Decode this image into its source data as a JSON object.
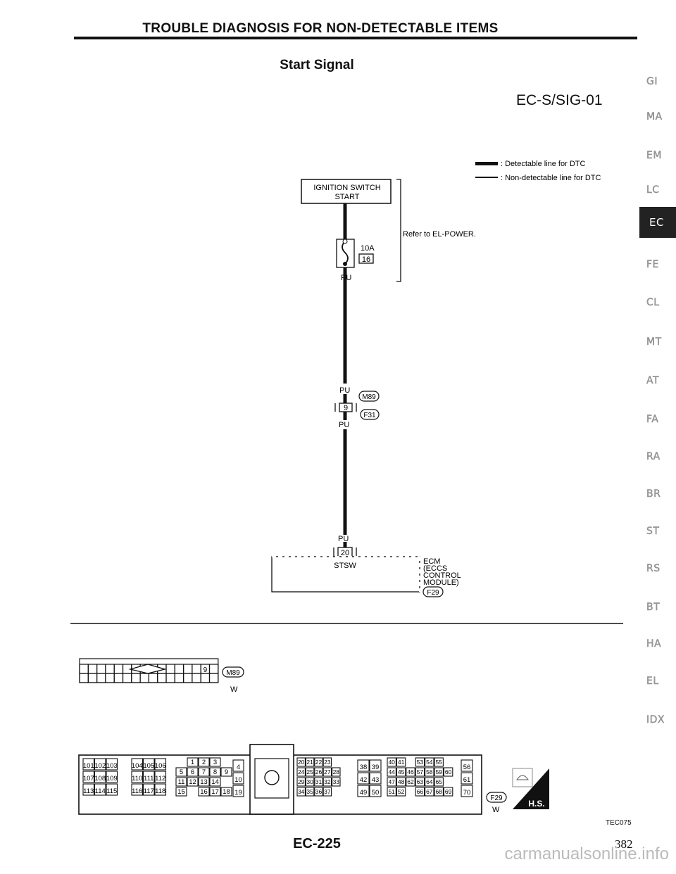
{
  "header": {
    "title": "TROUBLE DIAGNOSIS FOR NON-DETECTABLE ITEMS",
    "section": "Start Signal",
    "diagram_code": "EC-S/SIG-01"
  },
  "side_tabs": [
    {
      "label": "GI",
      "active": false
    },
    {
      "label": "MA",
      "active": false
    },
    {
      "label": "EM",
      "active": false
    },
    {
      "label": "LC",
      "active": false
    },
    {
      "label": "EC",
      "active": true
    },
    {
      "label": "FE",
      "active": false
    },
    {
      "label": "CL",
      "active": false
    },
    {
      "label": "MT",
      "active": false
    },
    {
      "label": "AT",
      "active": false
    },
    {
      "label": "FA",
      "active": false
    },
    {
      "label": "RA",
      "active": false
    },
    {
      "label": "BR",
      "active": false
    },
    {
      "label": "ST",
      "active": false
    },
    {
      "label": "RS",
      "active": false
    },
    {
      "label": "BT",
      "active": false
    },
    {
      "label": "HA",
      "active": false
    },
    {
      "label": "EL",
      "active": false
    },
    {
      "label": "IDX",
      "active": false
    }
  ],
  "legend": {
    "detectable": ": Detectable line for DTC",
    "non_detectable": ": Non-detectable line for DTC"
  },
  "diagram": {
    "ignition_switch": "IGNITION SWITCH",
    "ignition_switch_pos": "START",
    "refer_note": "Refer to EL-POWER.",
    "fuse_amp": "10A",
    "fuse_no": "16",
    "wire_pu": "PU",
    "connector_m89": "M89",
    "connector_f31": "F31",
    "connector_f29": "F29",
    "pin_9": "9",
    "pin_20": "20",
    "ecm_terminal": "STSW",
    "ecm_label": [
      "ECM",
      "(ECCS",
      "CONTROL",
      "MODULE)"
    ]
  },
  "connectors": {
    "m89_pin": "9",
    "m89_code": "M89",
    "m89_color": "W",
    "f29_code": "F29",
    "f29_color": "W",
    "hs_label": "H.S.",
    "ecm_blocks": [
      {
        "rows": [
          [
            "101",
            "102",
            "103"
          ],
          [
            "107",
            "108",
            "109"
          ],
          [
            "113",
            "114",
            "115"
          ]
        ]
      },
      {
        "rows": [
          [
            "104",
            "105",
            "106"
          ],
          [
            "110",
            "111",
            "112"
          ],
          [
            "116",
            "117",
            "118"
          ]
        ]
      },
      {
        "rows": [
          [
            "",
            "1",
            "2",
            "3"
          ],
          [
            "5",
            "6",
            "7",
            "8",
            "9"
          ],
          [
            "11",
            "12",
            "13",
            "14"
          ],
          [
            "15",
            "",
            "16",
            "17",
            "18"
          ]
        ]
      },
      {
        "rows": [
          [
            "4"
          ],
          [
            "10"
          ],
          [
            "19"
          ]
        ]
      },
      {
        "rows": [
          [
            "20",
            "21",
            "22",
            "23"
          ],
          [
            "24",
            "25",
            "26",
            "27",
            "28"
          ],
          [
            "29",
            "30",
            "31",
            "32",
            "33"
          ],
          [
            "34",
            "35",
            "36",
            "37"
          ]
        ]
      },
      {
        "rows": [
          [
            "38",
            "39"
          ],
          [
            "42",
            "43"
          ],
          [
            "49",
            "50"
          ]
        ]
      },
      {
        "rows": [
          [
            "40",
            "41",
            "",
            "53",
            "54",
            "55"
          ],
          [
            "44",
            "45",
            "46",
            "57",
            "58",
            "59",
            "60"
          ],
          [
            "47",
            "48",
            "62",
            "63",
            "64",
            "65"
          ],
          [
            "51",
            "52",
            "",
            "66",
            "67",
            "68",
            "69"
          ]
        ]
      },
      {
        "rows": [
          [
            "56"
          ],
          [
            "61"
          ],
          [
            "70"
          ]
        ]
      }
    ]
  },
  "footer": {
    "figure_code": "TEC075",
    "page_label": "EC-225",
    "page_number": "382",
    "watermark": "carmanualsonline.info"
  }
}
